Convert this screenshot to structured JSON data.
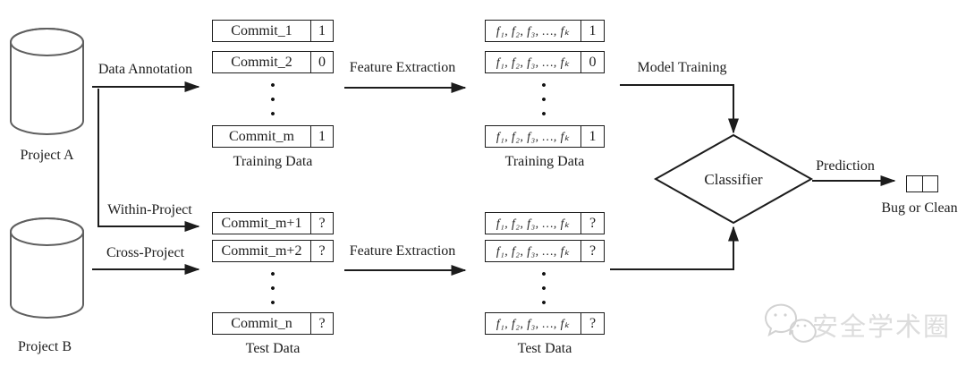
{
  "nodes": {
    "project_a": "Project A",
    "project_b": "Project B",
    "classifier": "Classifier",
    "result_label": "Bug or Clean"
  },
  "edges": {
    "data_annotation": "Data Annotation",
    "within_project": "Within-Project",
    "cross_project": "Cross-Project",
    "feature_extraction_top": "Feature Extraction",
    "feature_extraction_bottom": "Feature Extraction",
    "model_training": "Model Training",
    "prediction": "Prediction"
  },
  "groups": {
    "train_commits": {
      "caption": "Training Data",
      "rows": [
        {
          "label": "Commit_1",
          "tag": "1"
        },
        {
          "label": "Commit_2",
          "tag": "0"
        },
        {
          "label": "Commit_m",
          "tag": "1"
        }
      ]
    },
    "train_features": {
      "caption": "Training Data",
      "rows": [
        {
          "label": "f₁, f₂, f₃, …, fₖ",
          "tag": "1"
        },
        {
          "label": "f₁, f₂, f₃, …, fₖ",
          "tag": "0"
        },
        {
          "label": "f₁, f₂, f₃, …, fₖ",
          "tag": "1"
        }
      ]
    },
    "test_commits": {
      "caption": "Test Data",
      "rows": [
        {
          "label": "Commit_m+1",
          "tag": "?"
        },
        {
          "label": "Commit_m+2",
          "tag": "?"
        },
        {
          "label": "Commit_n",
          "tag": "?"
        }
      ]
    },
    "test_features": {
      "caption": "Test Data",
      "rows": [
        {
          "label": "f₁, f₂, f₃, …, fₖ",
          "tag": "?"
        },
        {
          "label": "f₁, f₂, f₃, …, fₖ",
          "tag": "?"
        },
        {
          "label": "f₁, f₂, f₃, …, fₖ",
          "tag": "?"
        }
      ]
    }
  },
  "glyphs": {
    "vdots": "•\n•\n•"
  },
  "watermark": {
    "text": "安全学术圈"
  },
  "colors": {
    "line": "#1c1c1c",
    "cylinder_stroke": "#5f5f5f",
    "watermark": "#dcdcdc",
    "background": "#ffffff"
  }
}
